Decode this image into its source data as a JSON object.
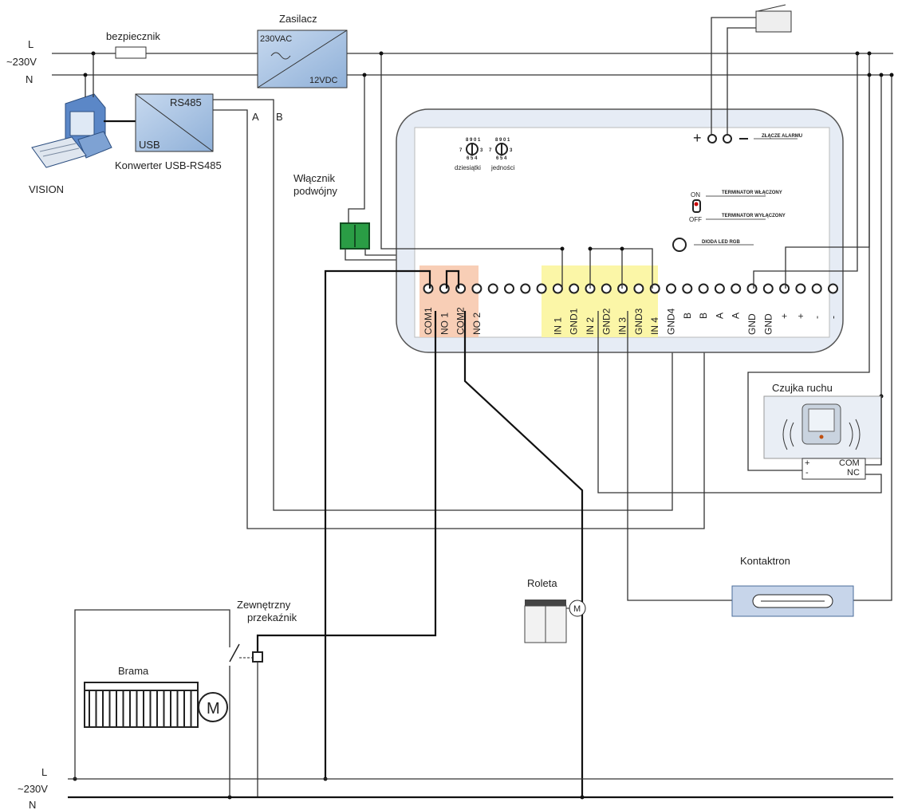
{
  "mains_top": {
    "l": "L",
    "v": "~230V",
    "n": "N"
  },
  "mains_bottom": {
    "l": "L",
    "v": "~230V",
    "n": "N"
  },
  "fuse": "bezpiecznik",
  "psu": {
    "title": "Zasilacz",
    "in": "230VAC",
    "out": "12VDC"
  },
  "pc": "VISION",
  "converter": {
    "title": "Konwerter USB-RS485",
    "rs": "RS485",
    "usb": "USB",
    "a": "A",
    "b": "B"
  },
  "switch": {
    "line1": "Włącznik",
    "line2": "podwójny"
  },
  "module": {
    "dial1": "dziesiątki",
    "dial2": "jedności",
    "alarm": "ZŁĄCZE ALARMU",
    "on": "ON",
    "off": "OFF",
    "term_on": "TERMINATOR WŁĄCZONY",
    "term_off": "TERMINATOR WYŁĄCZONY",
    "led": "DIODA LED RGB",
    "terminals": [
      "COM1",
      "NO 1",
      "COM2",
      "NO 2",
      "",
      "",
      "",
      "",
      "IN 1",
      "GND1",
      "IN 2",
      "GND2",
      "IN 3",
      "GND3",
      "IN 4",
      "GND4",
      "B",
      "B",
      "A",
      "A",
      "GND",
      "GND",
      "+",
      "+",
      "-",
      "-"
    ]
  },
  "sensor": {
    "title": "Czujka ruchu",
    "com": "COM",
    "nc": "NC",
    "plus": "+",
    "minus": "-"
  },
  "reed": "Kontaktron",
  "blind": {
    "title": "Roleta",
    "motor": "M"
  },
  "relay": {
    "line1": "Zewnętrzny",
    "line2": "przekaźnik"
  },
  "gate": {
    "title": "Brama",
    "motor": "M"
  }
}
